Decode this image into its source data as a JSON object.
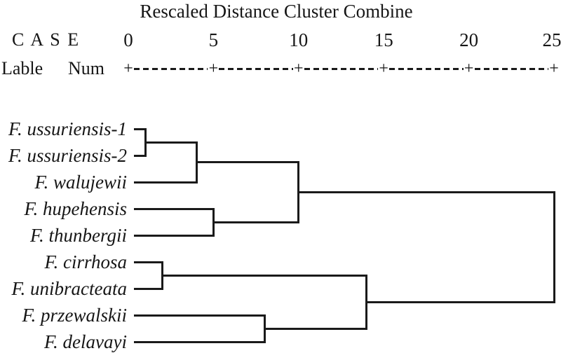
{
  "colors": {
    "line": "#1a1a1a",
    "text": "#161616",
    "background": "#ffffff"
  },
  "header": {
    "title": "Rescaled Distance Cluster Combine",
    "case_label": "C A S E",
    "label_column": "Lable",
    "num_column": "Num"
  },
  "axis": {
    "tick_labels": [
      "0",
      "5",
      "10",
      "15",
      "20",
      "25"
    ],
    "tick_values": [
      0,
      5,
      10,
      15,
      20,
      25
    ],
    "tick_glyph": "+",
    "dash_glyph": "-",
    "range": [
      0,
      25
    ]
  },
  "chart_data": {
    "type": "dendrogram",
    "orientation": "horizontal",
    "title": "Rescaled Distance Cluster Combine",
    "xlabel": "Rescaled Distance Cluster Combine",
    "x_ticks": [
      0,
      5,
      10,
      15,
      20,
      25
    ],
    "xlim": [
      0,
      25
    ],
    "leaves": [
      "F. ussuriensis-1",
      "F. ussuriensis-2",
      "F. walujewii",
      "F. hupehensis",
      "F. thunbergii",
      "F. cirrhosa",
      "F. unibracteata",
      "F. przewalskii",
      "F. delavayi"
    ],
    "merges": [
      {
        "id": "m1",
        "children": [
          "leaf:0",
          "leaf:1"
        ],
        "distance": 1
      },
      {
        "id": "m2",
        "children": [
          "m1",
          "leaf:2"
        ],
        "distance": 4
      },
      {
        "id": "m3",
        "children": [
          "leaf:3",
          "leaf:4"
        ],
        "distance": 5
      },
      {
        "id": "m4",
        "children": [
          "m2",
          "m3"
        ],
        "distance": 10
      },
      {
        "id": "m5",
        "children": [
          "leaf:5",
          "leaf:6"
        ],
        "distance": 2
      },
      {
        "id": "m6",
        "children": [
          "leaf:7",
          "leaf:8"
        ],
        "distance": 8
      },
      {
        "id": "m7",
        "children": [
          "m5",
          "m6"
        ],
        "distance": 14
      },
      {
        "id": "m8",
        "children": [
          "m4",
          "m7"
        ],
        "distance": 25
      }
    ]
  }
}
